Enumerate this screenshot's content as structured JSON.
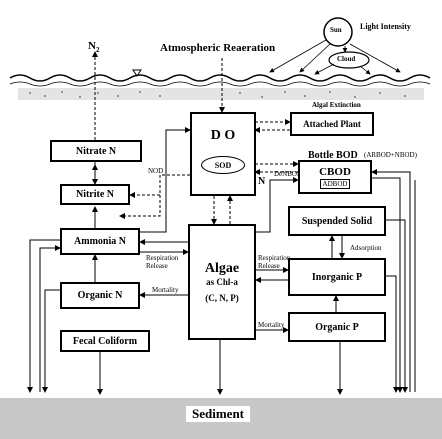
{
  "labels": {
    "n2": "N",
    "n2_sub": "2",
    "atmospheric_reaeration": "Atmospheric Reaeration",
    "sun": "Sun",
    "light_intensity": "Light Intensity",
    "cloud": "Cloud",
    "algal_extinction": "Algal Extinction",
    "nod": "NOD",
    "denbod": "DeNBOD",
    "n_arrow": "N",
    "bottle_bod": "Bottle BOD",
    "bottle_bod_note": "(ARBOD+NBOD)",
    "respiration_release_left_1": "Respiration",
    "respiration_release_left_2": "Release",
    "respiration_release_right_1": "Respiration",
    "respiration_release_right_2": "Release",
    "adsorption": "Adsorption",
    "mortality_left": "Mortality",
    "mortality_right": "Mortality"
  },
  "boxes": {
    "do": "D O",
    "sod": "SOD",
    "attached_plant": "Attached Plant",
    "nitrate_n": "Nitrate N",
    "nitrite_n": "Nitrite N",
    "ammonia_n": "Ammonia N",
    "organic_n": "Organic N",
    "fecal_coliform": "Fecal Coliform",
    "cbod": "CBOD",
    "adbod": "ADBOD",
    "suspended_solid": "Suspended Solid",
    "inorganic_p": "Inorganic P",
    "organic_p": "Organic P",
    "algae": "Algae",
    "algae_sub": "as Chl-a",
    "algae_sub2": "(C, N, P)",
    "sediment": "Sediment"
  }
}
